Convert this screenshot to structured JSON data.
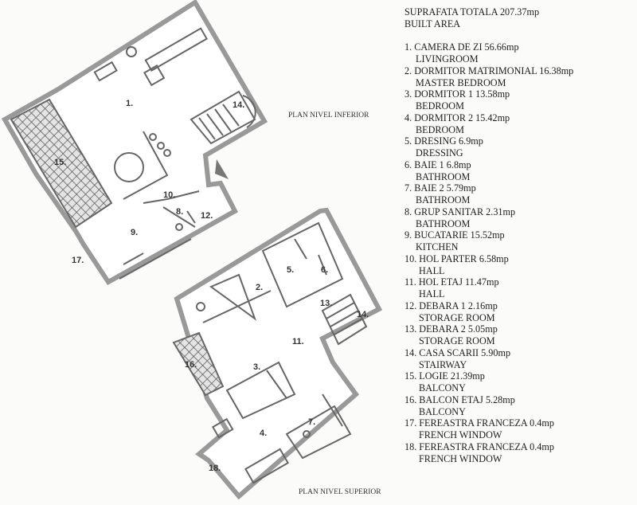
{
  "legend": {
    "total_label": "SUPRAFATA TOTALA  207.37mp",
    "total_label_en": "BUILT AREA",
    "rooms": [
      {
        "num": "1.",
        "name": "CAMERA DE ZI  56.66mp",
        "en": "LIVINGROOM"
      },
      {
        "num": "2.",
        "name": "DORMITOR MATRIMONIAL  16.38mp",
        "en": "MASTER BEDROOM"
      },
      {
        "num": "3.",
        "name": "DORMITOR 1  13.58mp",
        "en": "BEDROOM"
      },
      {
        "num": "4.",
        "name": "DORMITOR 2  15.42mp",
        "en": "BEDROOM"
      },
      {
        "num": "5.",
        "name": "DRESING  6.9mp",
        "en": "DRESSING"
      },
      {
        "num": "6.",
        "name": "BAIE 1  6.8mp",
        "en": "BATHROOM"
      },
      {
        "num": "7.",
        "name": "BAIE 2  5.79mp",
        "en": "BATHROOM"
      },
      {
        "num": "8.",
        "name": "GRUP SANITAR  2.31mp",
        "en": "BATHROOM"
      },
      {
        "num": "9.",
        "name": "BUCATARIE  15.52mp",
        "en": "KITCHEN"
      },
      {
        "num": "10.",
        "name": "HOL PARTER  6.58mp",
        "en": "HALL"
      },
      {
        "num": "11.",
        "name": "HOL ETAJ  11.47mp",
        "en": "HALL"
      },
      {
        "num": "12.",
        "name": "DEBARA 1  2.16mp",
        "en": "STORAGE ROOM"
      },
      {
        "num": "13.",
        "name": "DEBARA 2  5.05mp",
        "en": "STORAGE ROOM"
      },
      {
        "num": "14.",
        "name": "CASA SCARII  5.90mp",
        "en": "STAIRWAY"
      },
      {
        "num": "15.",
        "name": "LOGIE  21.39mp",
        "en": "BALCONY"
      },
      {
        "num": "16.",
        "name": "BALCON ETAJ  5.28mp",
        "en": "BALCONY"
      },
      {
        "num": "17.",
        "name": "FEREASTRA FRANCEZA  0.4mp",
        "en": "FRENCH WINDOW"
      },
      {
        "num": "18.",
        "name": "FEREASTRA FRANCEZA  0.4mp",
        "en": "FRENCH WINDOW"
      }
    ]
  },
  "plans": {
    "lower_title": "PLAN NIVEL INFERIOR",
    "upper_title": "PLAN NIVEL SUPERIOR",
    "lower_labels": [
      "1.",
      "14.",
      "15.",
      "10.",
      "8.",
      "12.",
      "9.",
      "17."
    ],
    "upper_labels": [
      "2.",
      "5.",
      "6.",
      "13.",
      "14.",
      "11.",
      "16.",
      "3.",
      "7.",
      "4.",
      "18."
    ]
  }
}
